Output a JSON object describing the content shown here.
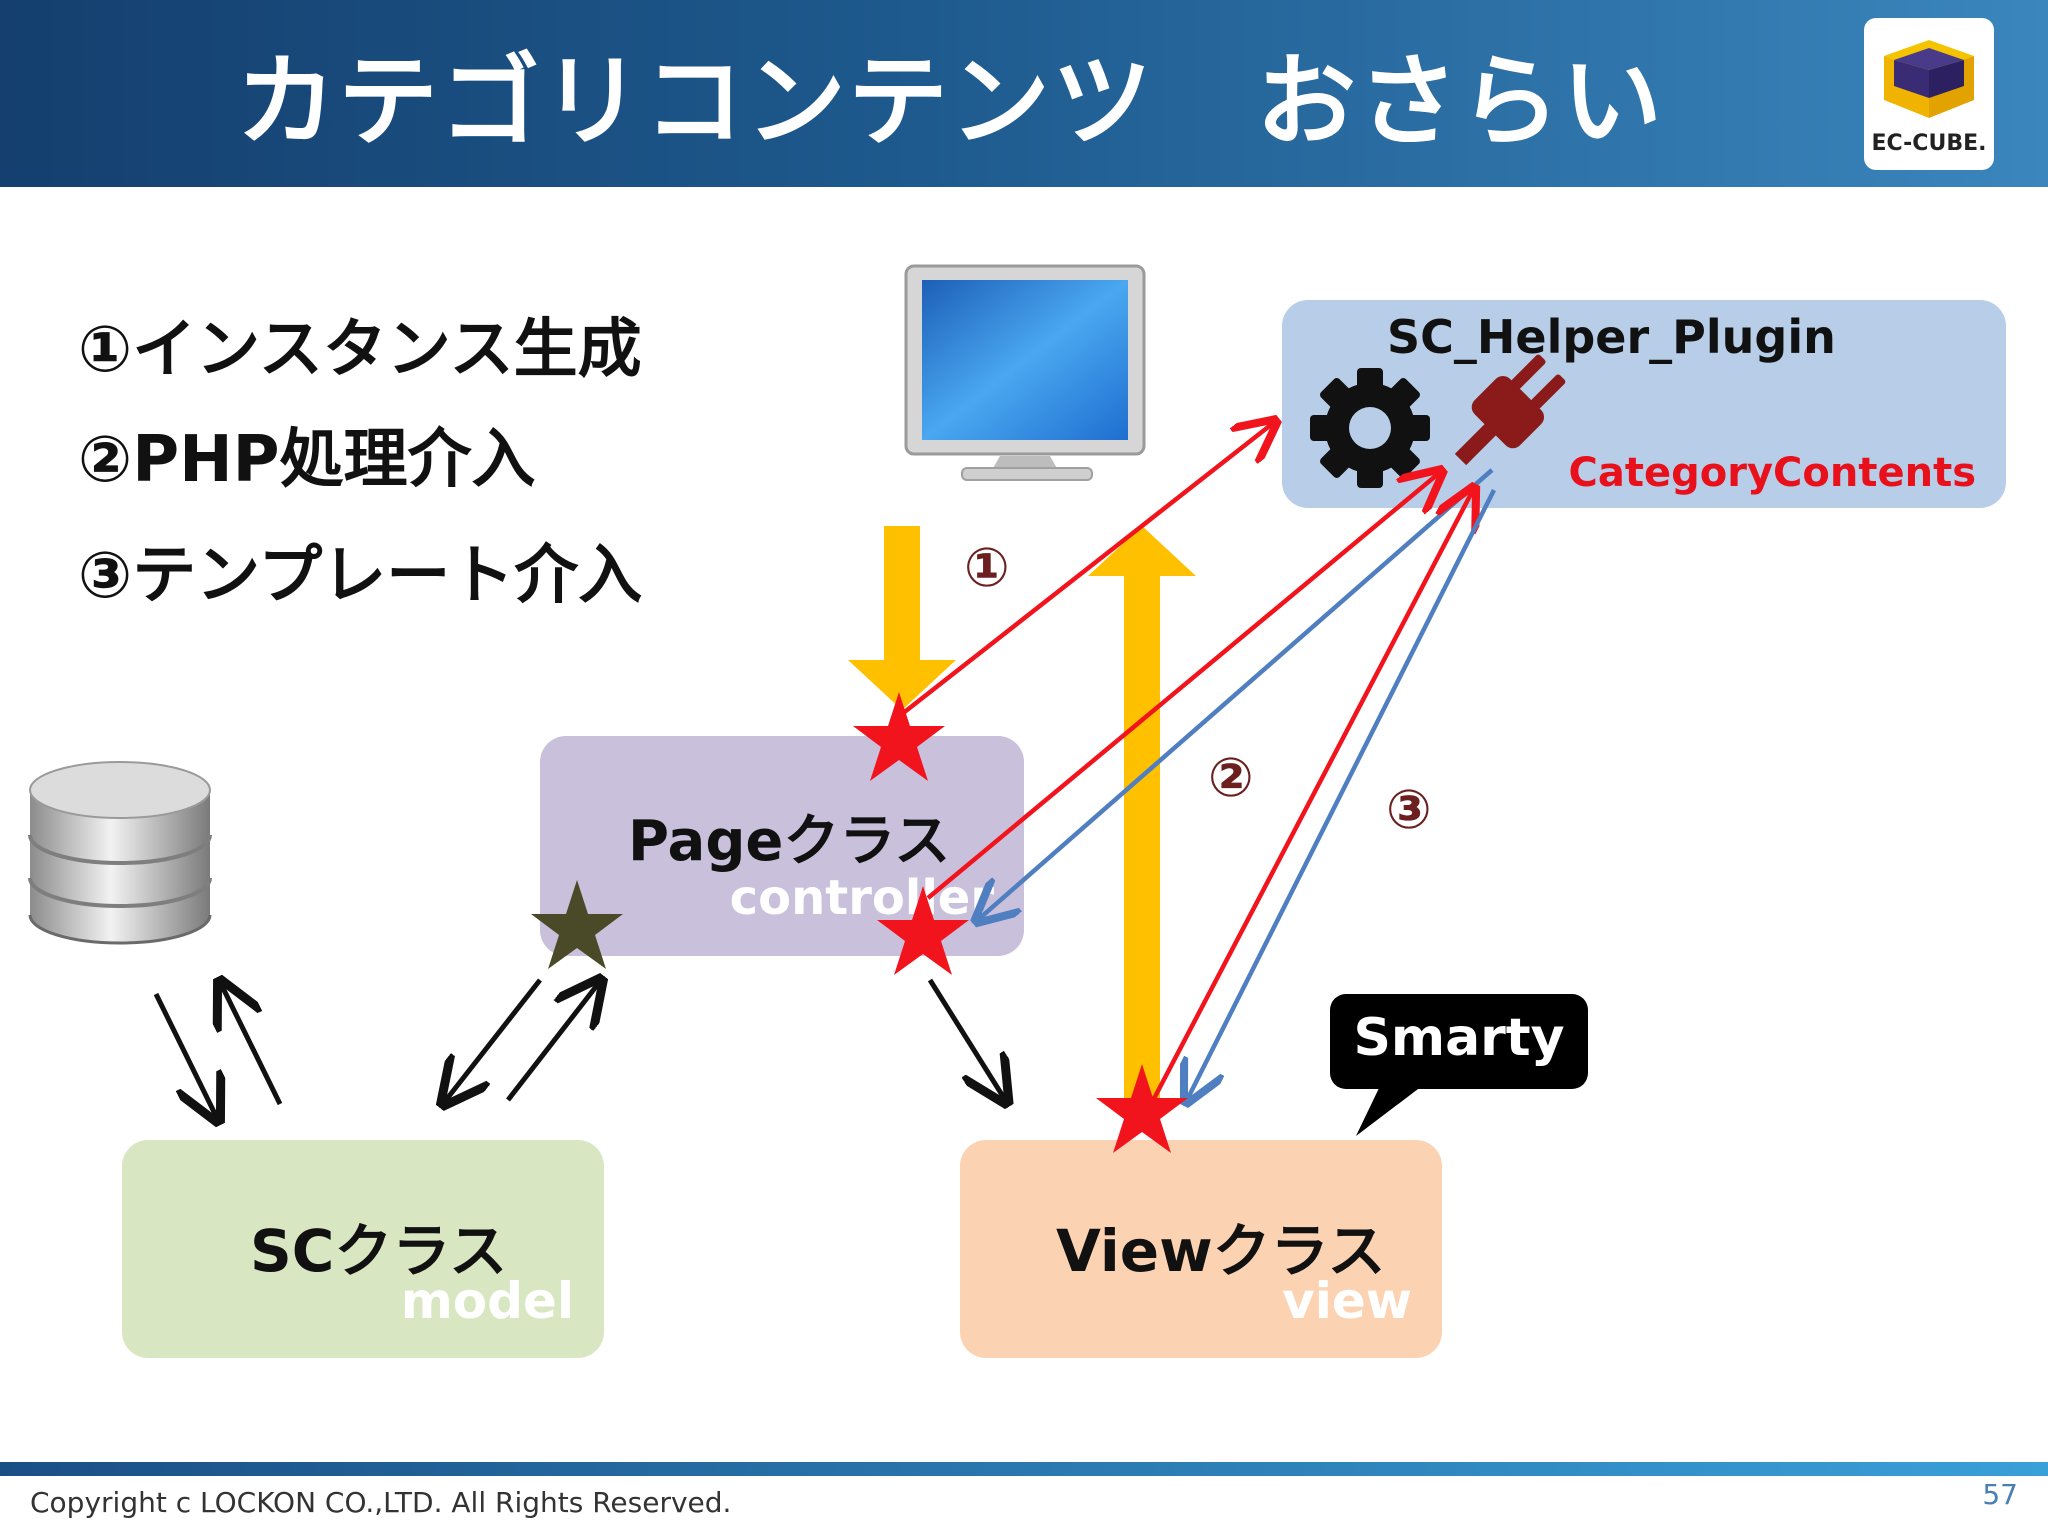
{
  "slide": {
    "title": "カテゴリコンテンツ　おさらい",
    "logo_text": "EC-CUBE."
  },
  "steps": [
    "①インスタンス生成",
    "②PHP処理介入",
    "③テンプレート介入"
  ],
  "boxes": {
    "helper": {
      "title": "SC_Helper_Plugin",
      "subtitle": "CategoryContents",
      "color": "#b7cde8",
      "subtitle_color": "#e8101a"
    },
    "page": {
      "title": "Pageクラス",
      "subtitle": "controller",
      "color": "#c9c0dc"
    },
    "sc": {
      "title": "SCクラス",
      "subtitle": "model",
      "color": "#d9e6c2"
    },
    "view": {
      "title": "Viewクラス",
      "subtitle": "view",
      "color": "#fcd3b2"
    }
  },
  "numbers": [
    "①",
    "②",
    "③"
  ],
  "bubble": {
    "text": "Smarty"
  },
  "colors": {
    "red": "#f2141c",
    "blue": "#4f7fc0",
    "orange": "#ffc000",
    "star_dark": "#4a4a28"
  },
  "footer": {
    "copyright": "Copyright c LOCKON CO.,LTD. All Rights Reserved.",
    "page_number": "57"
  }
}
